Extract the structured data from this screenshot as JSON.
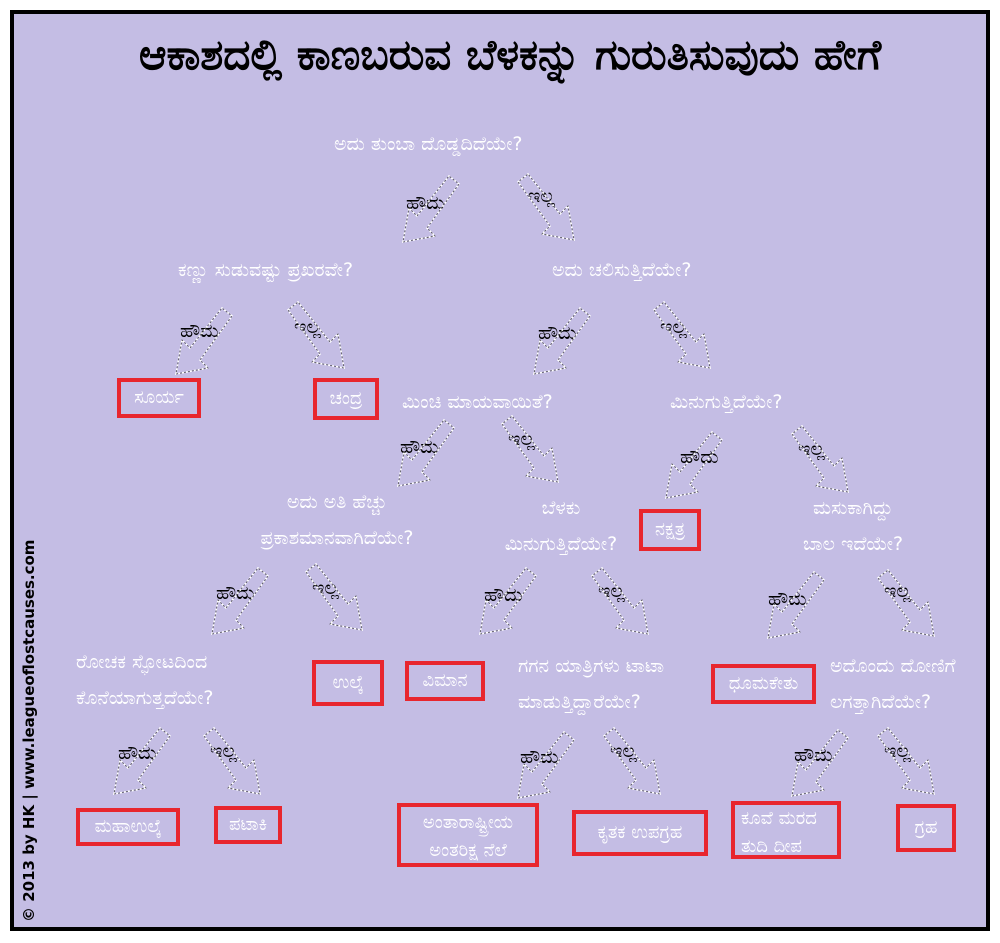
{
  "title": "ಆಕಾಶದಲ್ಲಿ ಕಾಣಬರುವ ಬೆಳಕನ್ನು ಗುರುತಿಸುವುದು ಹೇಗೆ",
  "copyright": "© 2013 by HK | www.leagueoflostcauses.com",
  "colors": {
    "background": "#c4bde4",
    "frame": "#000000",
    "box_border": "#e8262e",
    "text": "#ffffff"
  },
  "labels": {
    "yes": "ಹೌದು",
    "no": "ಇಲ್ಲ"
  },
  "questions": {
    "q1": "ಅದು ತುಂಬಾ ದೊಡ್ಡದಿದೆಯೇ?",
    "q2": "ಕಣ್ಣು ಸುಡುವಷ್ಟು ಪ್ರಖರವೇ?",
    "q3": "ಅದು ಚಲಿಸುತ್ತಿದೆಯೇ?",
    "q4": "ಮಿಂಚಿ ಮಾಯವಾಯಿತೆ?",
    "q5": "ಮಿನುಗುತ್ತಿದೆಯೇ?",
    "q6": [
      "ಅದು ಅತಿ ಹೆಚ್ಚು",
      "ಪ್ರಕಾಶಮಾನವಾಗಿದೆಯೇ?"
    ],
    "q7": [
      "ಬೆಳಕು",
      "ಮಿನುಗುತ್ತಿದೆಯೇ?"
    ],
    "q8": [
      "ಮಸುಕಾಗಿದ್ದು",
      "ಬಾಲ ಇದೆಯೇ?"
    ],
    "q9": [
      "ರೋಚಕ ಸ್ಫೋಟದಿಂದ",
      "ಕೊನೆಯಾಗುತ್ತದೆಯೇ?"
    ],
    "q10": [
      "ಗಗನ ಯಾತ್ರಿಗಳು ಟಾಟಾ",
      "ಮಾಡುತ್ತಿದ್ದಾರೆಯೇ?"
    ],
    "q11": [
      "ಅದೊಂದು ದೋಣಿಗೆ",
      "ಲಗತ್ತಾಗಿದೆಯೇ?"
    ]
  },
  "answers": {
    "sun": [
      "ಸೂರ್ಯ"
    ],
    "moon": [
      "ಚಂದ್ರ"
    ],
    "star": [
      "ನಕ್ಷತ್ರ"
    ],
    "meteor": [
      "ಉಲ್ಕೆ"
    ],
    "airplane": [
      "ವಿಮಾನ"
    ],
    "comet": [
      "ಧೂಮಕೇತು"
    ],
    "fireball": [
      "ಮಹಾಉಲ್ಕೆ"
    ],
    "firework": [
      "ಪಟಾಕಿ"
    ],
    "iss": [
      "ಅಂತಾರಾಷ್ಟ್ರೀಯ",
      "ಅಂತರಿಕ್ಷ ನೆಲೆ"
    ],
    "satellite": [
      "ಕೃತಕ ಉಪಗ್ರಹ"
    ],
    "lighthouse": [
      "ಕೂವೆ ಮರದ",
      "ತುದಿ ದೀಪ"
    ],
    "planet": [
      "ಗ್ರಹ"
    ]
  }
}
